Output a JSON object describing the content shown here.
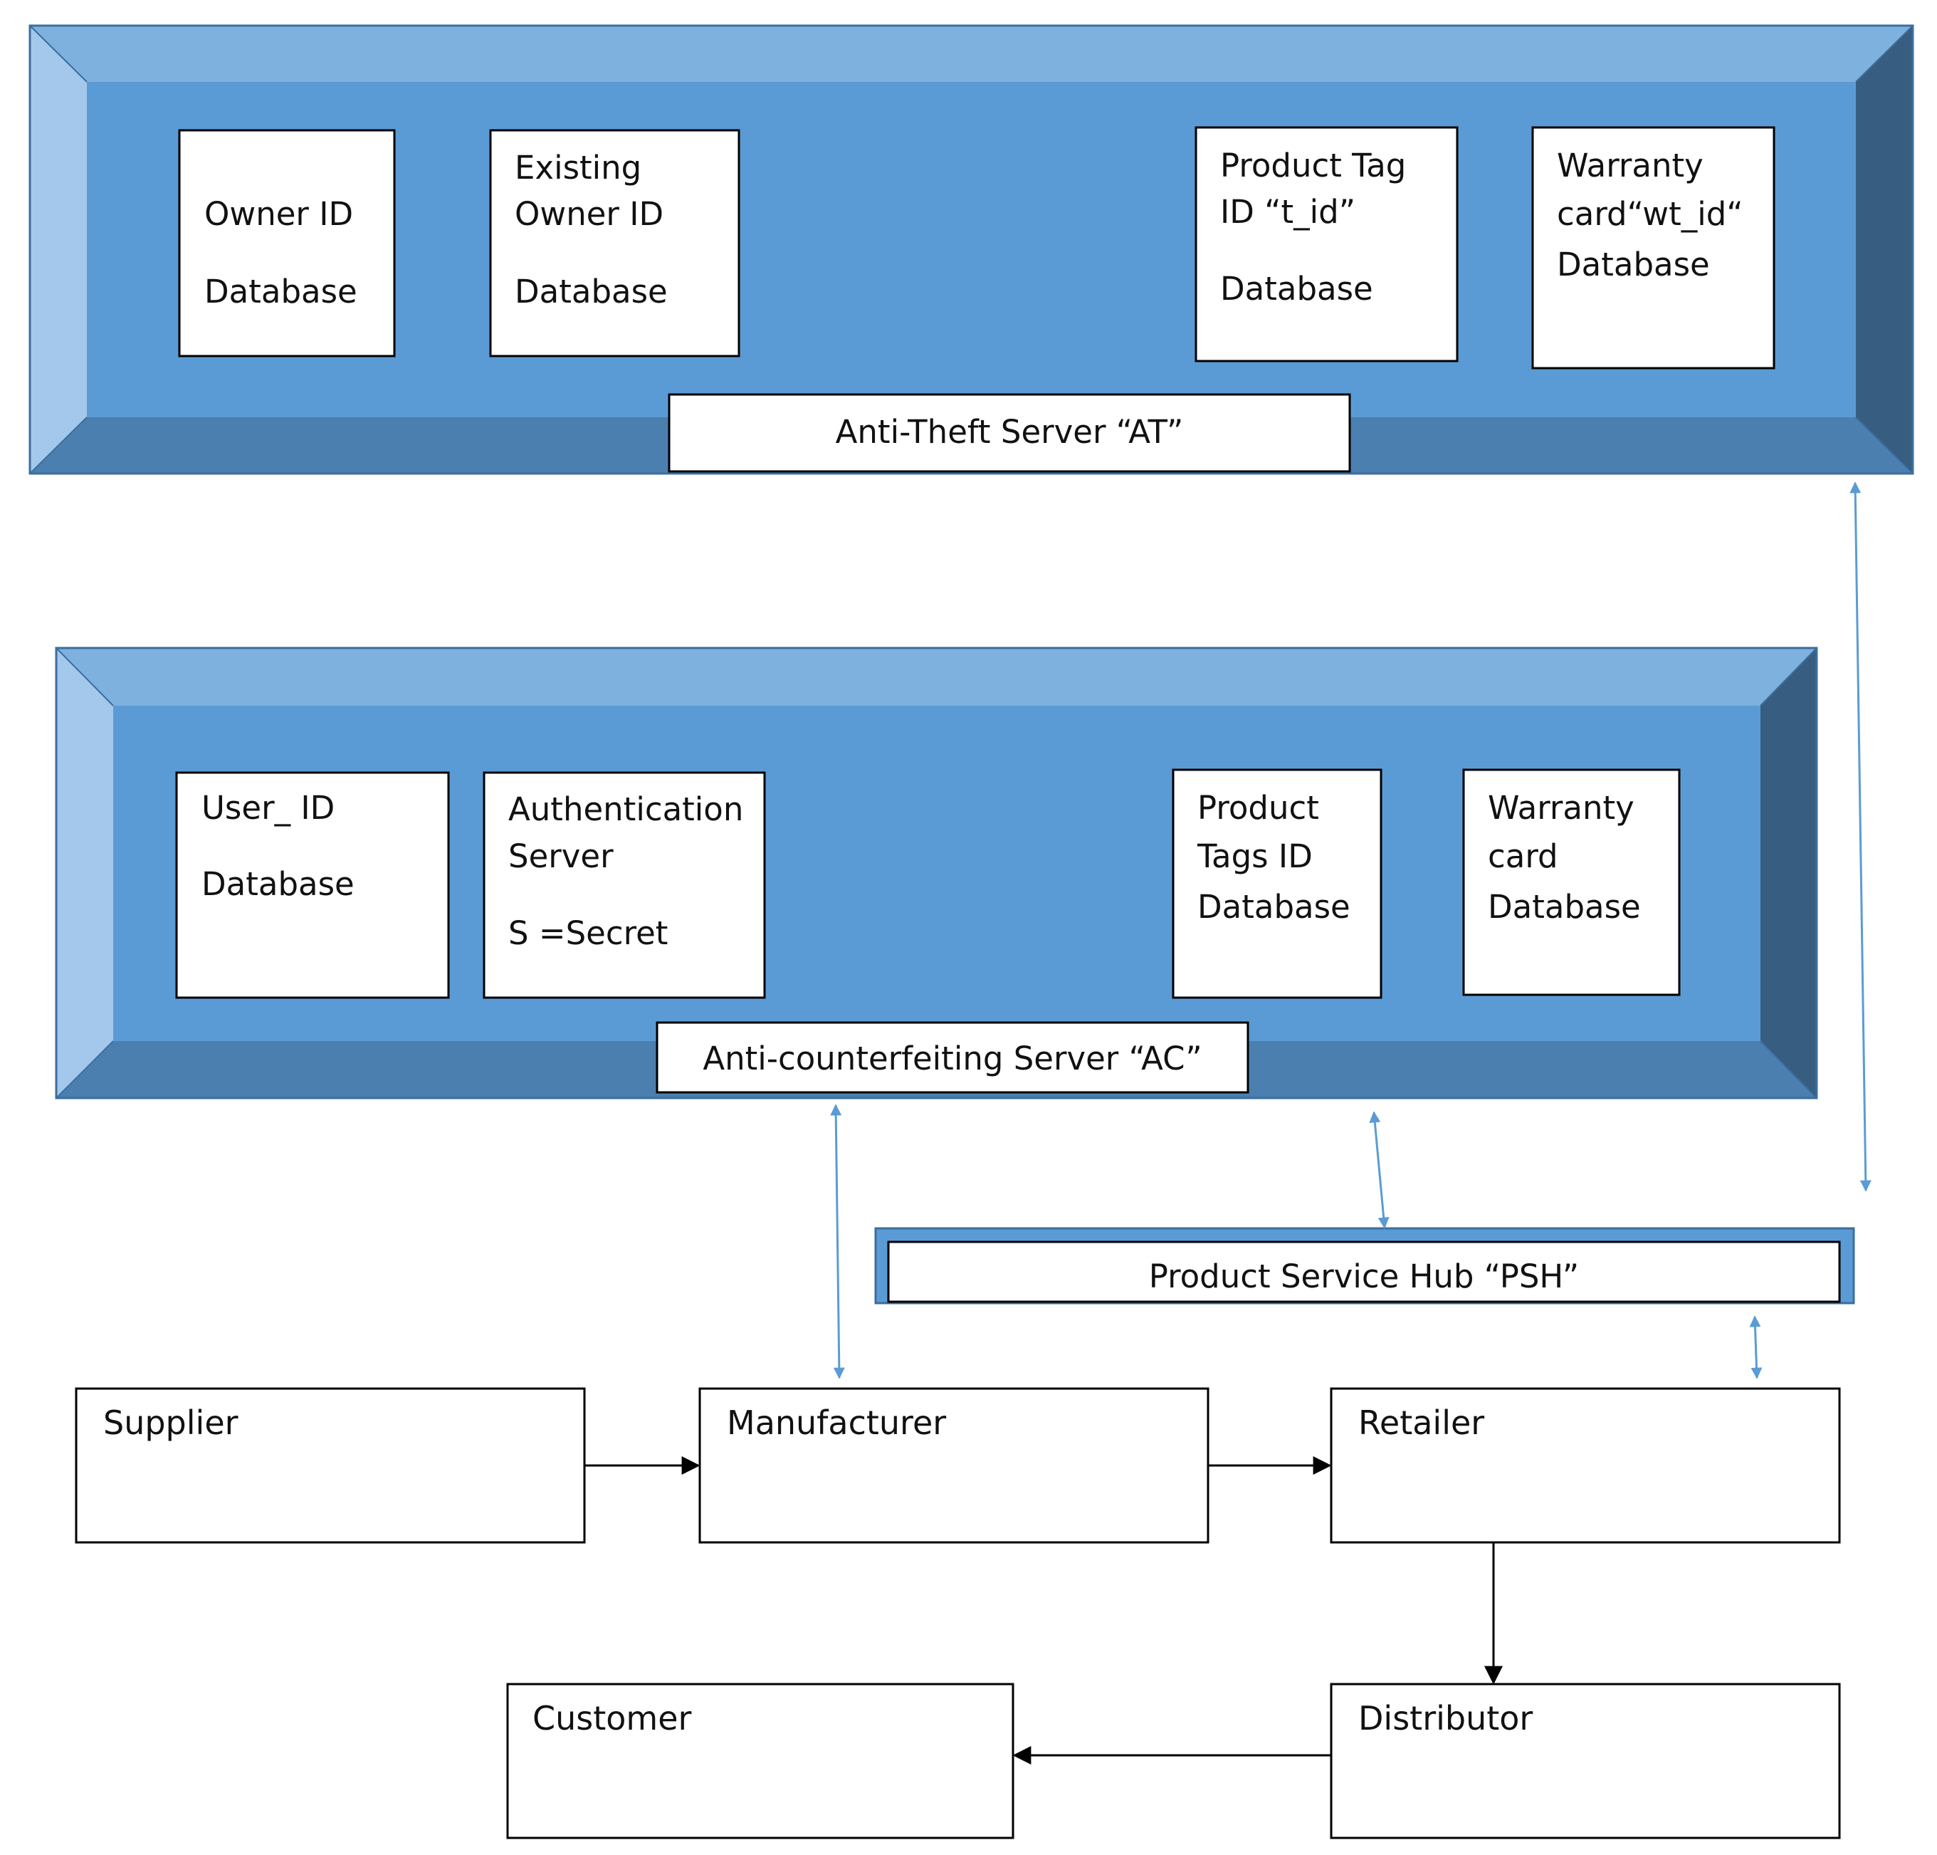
{
  "colors": {
    "bevel_top": "#7fb1df",
    "bevel_left": "#a3c8ec",
    "bevel_right": "#375d80",
    "bevel_bottom": "#4a7fb0",
    "panel_face": "#5b9bd5",
    "bevel_stroke": "#3b6e9e",
    "box_fill": "#ffffff",
    "box_stroke": "#000000",
    "connector_blue": "#5b9bd5",
    "flow_arrow": "#000000"
  },
  "at_server": {
    "label": "Anti-Theft Server “AT”",
    "databases": [
      {
        "lines": [
          "Owner ID",
          "",
          "Database"
        ]
      },
      {
        "lines": [
          "Existing",
          "Owner ID",
          "",
          "Database"
        ]
      },
      {
        "lines": [
          "Product Tag",
          "ID “t_id”",
          "",
          "Database"
        ]
      },
      {
        "lines": [
          "Warranty",
          "card“wt_id“",
          "Database"
        ]
      }
    ]
  },
  "ac_server": {
    "label": "Anti-counterfeiting Server “AC”",
    "databases": [
      {
        "lines": [
          "User_ ID",
          "",
          "Database"
        ]
      },
      {
        "lines": [
          "Authentication",
          "Server",
          "",
          "S =Secret"
        ]
      },
      {
        "lines": [
          "Product",
          "Tags  ID",
          "Database"
        ]
      },
      {
        "lines": [
          "Warranty",
          "card",
          "Database"
        ]
      }
    ]
  },
  "psh": {
    "label": "Product Service Hub “PSH”"
  },
  "supply_chain": {
    "nodes": [
      {
        "id": "supplier",
        "label": "Supplier"
      },
      {
        "id": "manufacturer",
        "label": "Manufacturer"
      },
      {
        "id": "retailer",
        "label": "Retailer"
      },
      {
        "id": "distributor",
        "label": "Distributor"
      },
      {
        "id": "customer",
        "label": "Customer"
      }
    ]
  }
}
